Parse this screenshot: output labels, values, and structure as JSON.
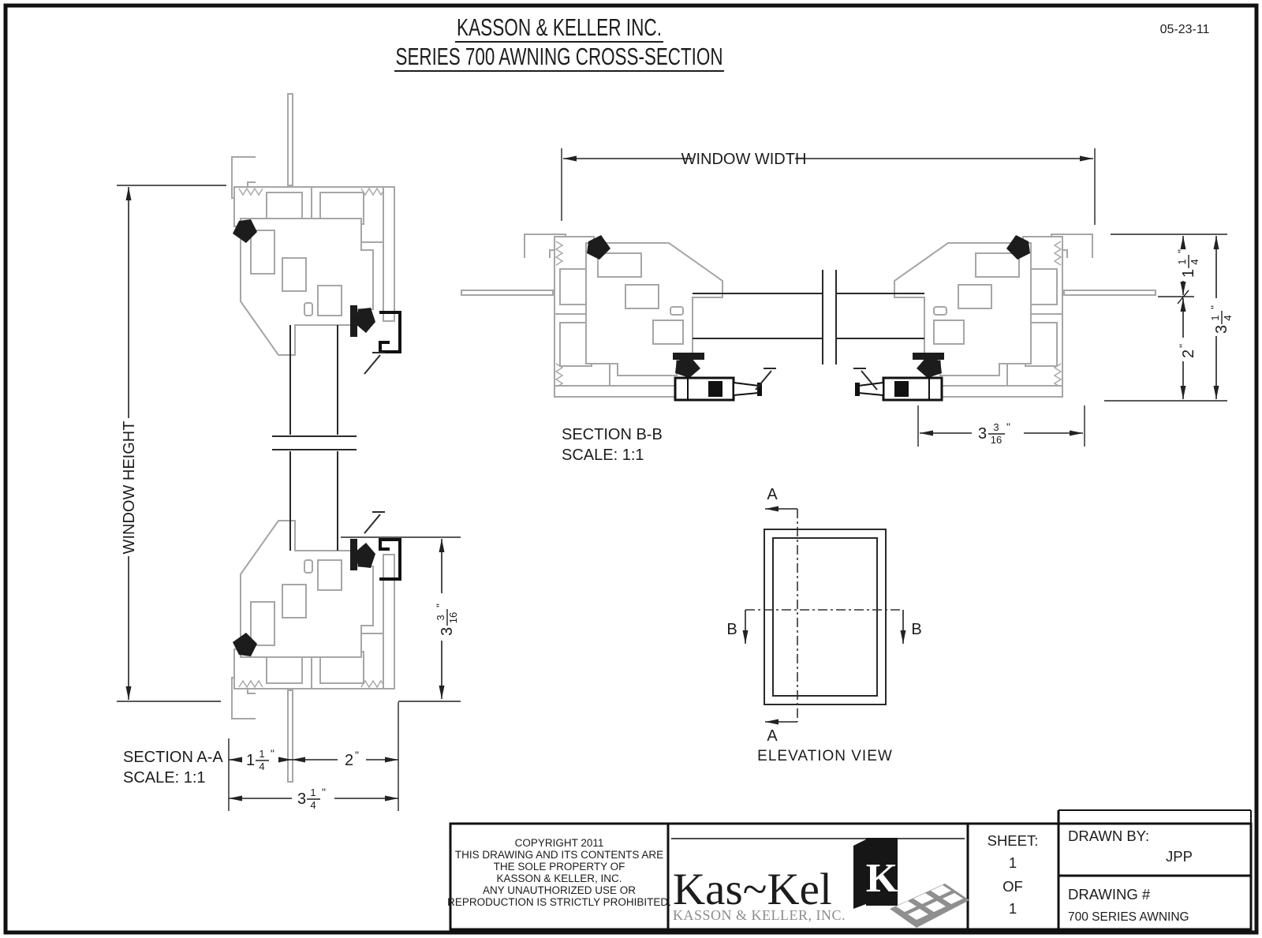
{
  "header": {
    "title_line1": "KASSON & KELLER INC.",
    "title_line2": "SERIES 700 AWNING CROSS-SECTION",
    "date": "05-23-11"
  },
  "sections": {
    "aa": {
      "name": "SECTION A-A",
      "scale": "SCALE: 1:1"
    },
    "bb": {
      "name": "SECTION B-B",
      "scale": "SCALE: 1:1"
    },
    "elevation": {
      "name": "ELEVATION VIEW",
      "marker_a": "A",
      "marker_b": "B"
    }
  },
  "dims": {
    "window_height": "WINDOW HEIGHT",
    "window_width": "WINDOW WIDTH",
    "a_bottom_left": {
      "whole": "1",
      "num": "1",
      "den": "4",
      "unit": "\""
    },
    "a_bottom_right": {
      "value": "2",
      "unit": "\""
    },
    "a_bottom_overall": {
      "whole": "3",
      "num": "1",
      "den": "4",
      "unit": "\""
    },
    "a_right": {
      "whole": "3",
      "num": "3",
      "den": "16",
      "unit": "\""
    },
    "b_right_top": {
      "whole": "1",
      "num": "1",
      "den": "4",
      "unit": "\""
    },
    "b_right_mid": {
      "value": "2",
      "unit": "\""
    },
    "b_right_overall": {
      "whole": "3",
      "num": "1",
      "den": "4",
      "unit": "\""
    },
    "b_bottom": {
      "whole": "3",
      "num": "3",
      "den": "16",
      "unit": "\""
    }
  },
  "title_block": {
    "copyright_lines": [
      "COPYRIGHT 2011",
      "THIS DRAWING AND ITS CONTENTS ARE",
      "THE SOLE PROPERTY OF",
      "KASSON & KELLER, INC.",
      "ANY UNAUTHORIZED USE OR",
      "REPRODUCTION IS STRICTLY PROHIBITED."
    ],
    "logo": {
      "main": "Kas~Kel",
      "subtitle": "KASSON & KELLER, INC.",
      "k": "K",
      "icon": "k-window-block-icon"
    },
    "sheet": {
      "label": "SHEET:",
      "number": "1",
      "of": "OF",
      "total": "1"
    },
    "drawn_by": {
      "label": "DRAWN BY:",
      "value": "JPP"
    },
    "drawing_no": {
      "label": "DRAWING #",
      "value": "700 SERIES AWNING"
    }
  }
}
